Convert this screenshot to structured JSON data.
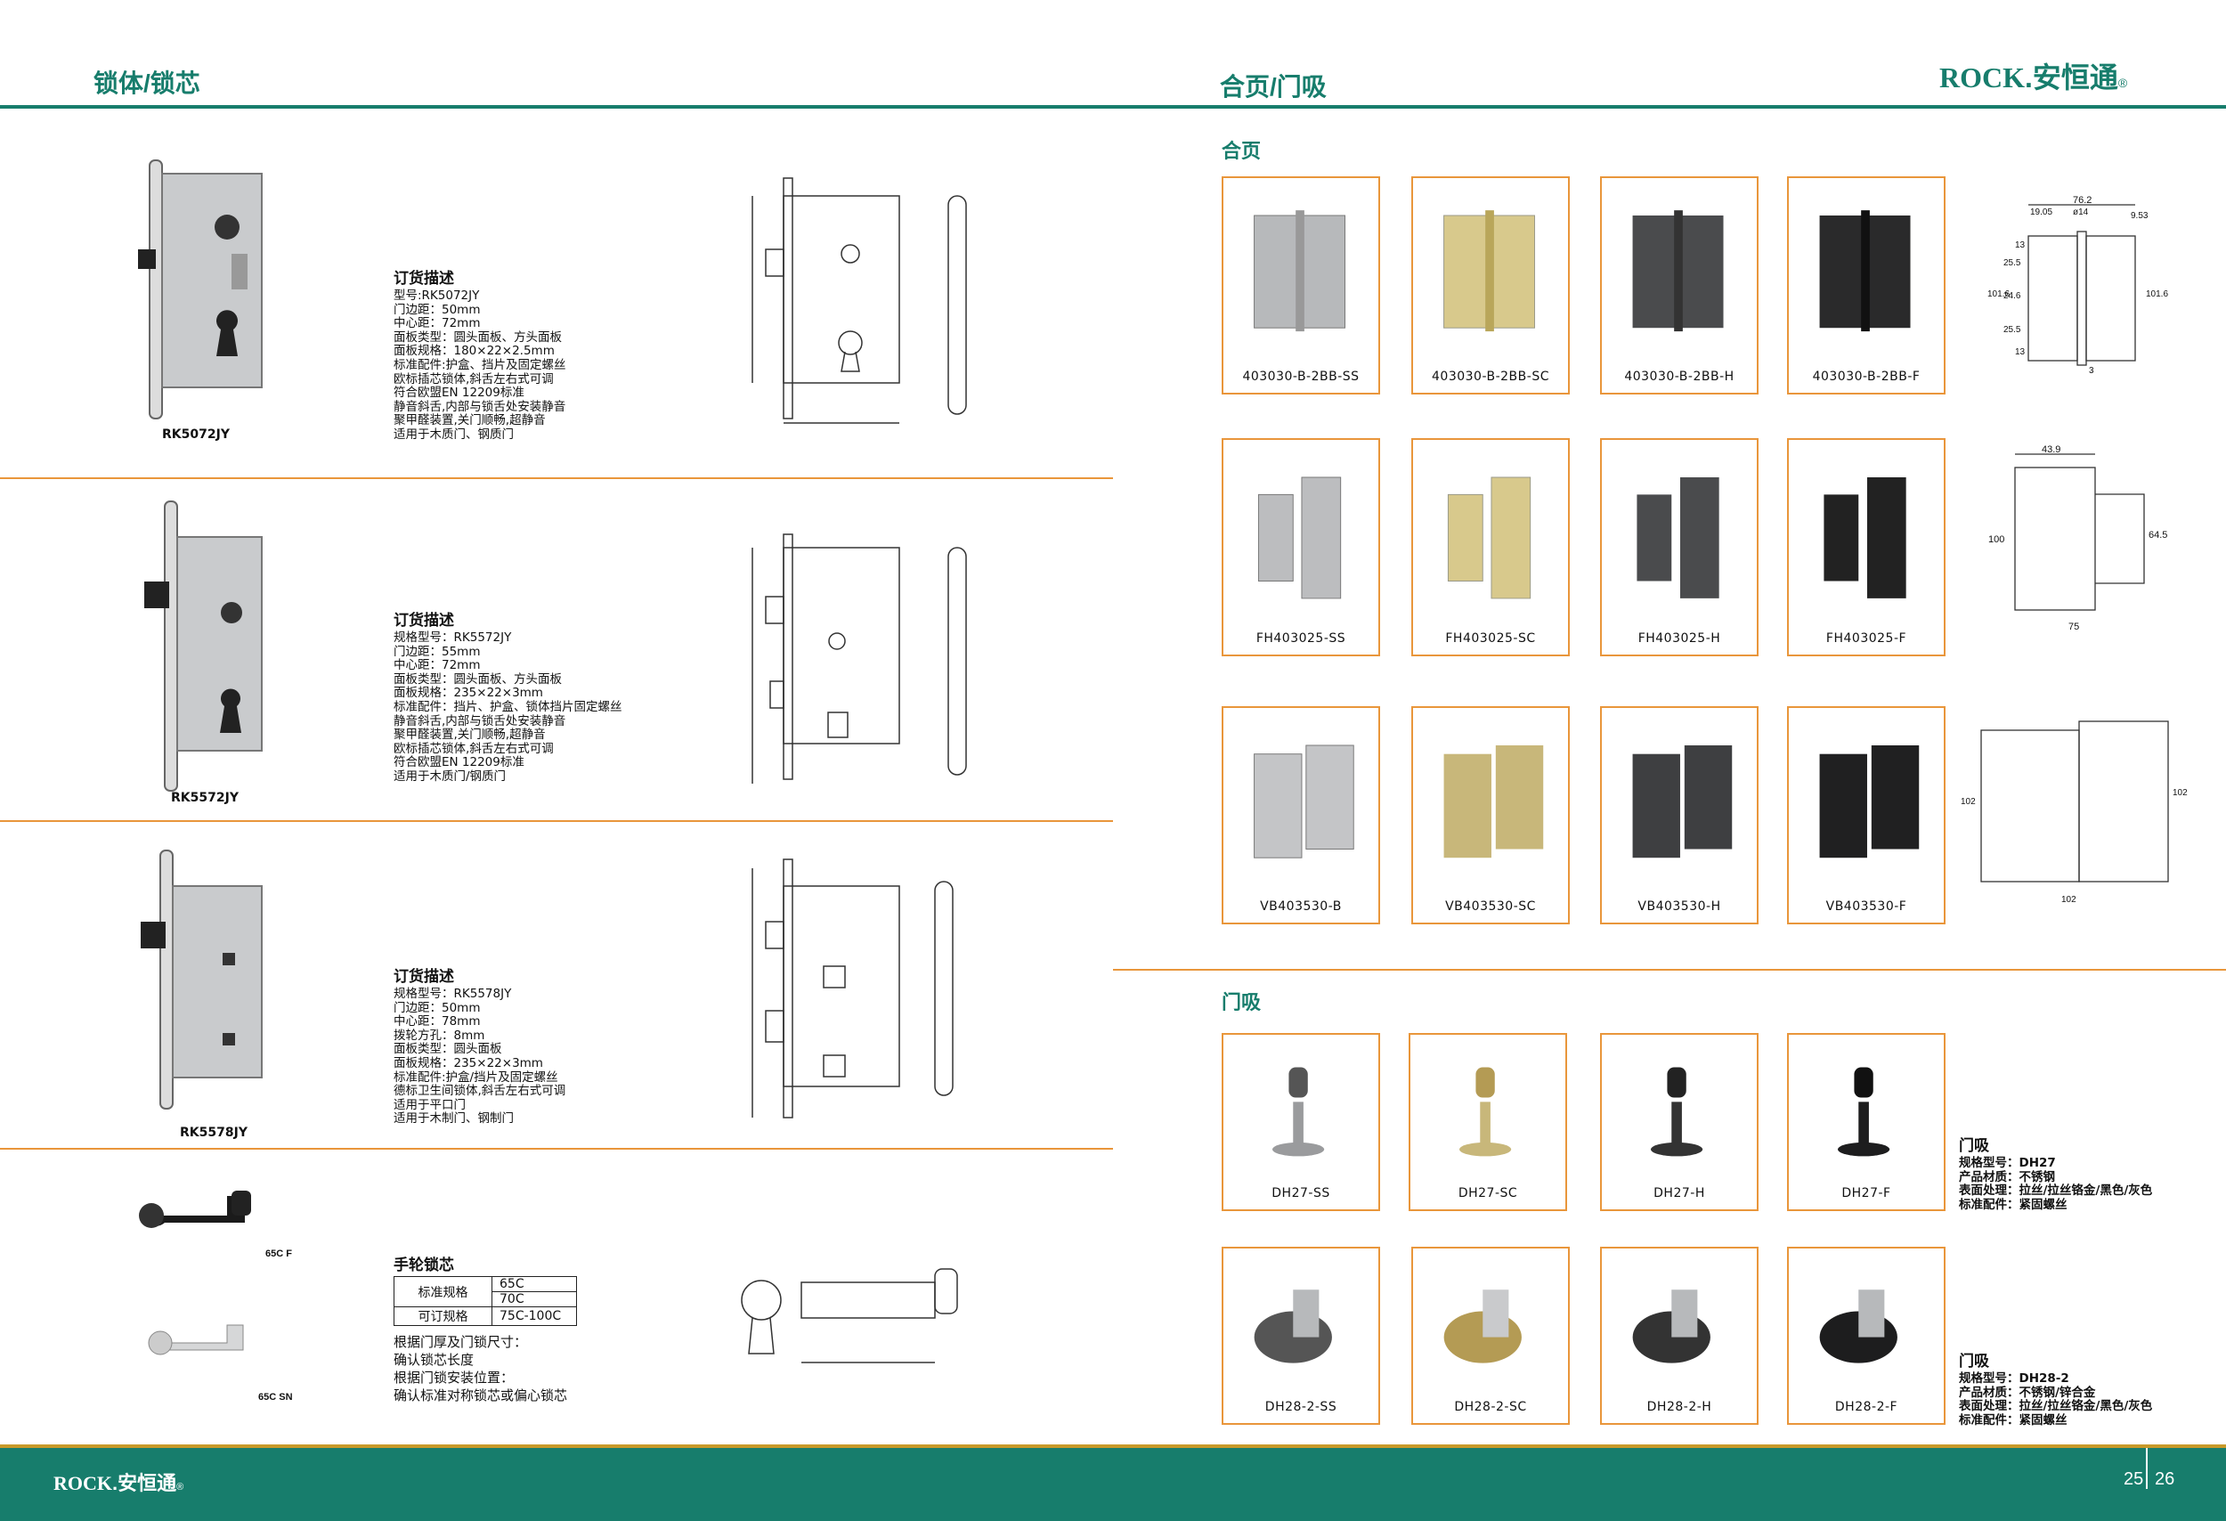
{
  "header": {
    "left_title": "锁体/锁芯",
    "right_title": "合页/门吸",
    "logo_rock": "ROCK",
    "logo_cn": "安恒通"
  },
  "sections": {
    "hinges": "合页",
    "stoppers": "门吸"
  },
  "locks": [
    {
      "model": "RK5072JY",
      "title": "订货描述",
      "lines": [
        "型号:RK5072JY",
        "门边距：50mm",
        "中心距：72mm",
        "面板类型：圆头面板、方头面板",
        "面板规格：180×22×2.5mm",
        "标准配件:护盒、挡片及固定螺丝",
        "欧标插芯锁体,斜舌左右式可调",
        "符合欧盟EN 12209标准",
        "静音斜舌,内部与锁舌处安装静音",
        "聚甲醛装置,关门顺畅,超静音",
        "适用于木质门、钢质门"
      ]
    },
    {
      "model": "RK5572JY",
      "title": "订货描述",
      "lines": [
        "规格型号：RK5572JY",
        "门边距：55mm",
        "中心距：72mm",
        "面板类型：圆头面板、方头面板",
        "面板规格：235×22×3mm",
        "标准配件：挡片、护盒、锁体挡片固定螺丝",
        "静音斜舌,内部与锁舌处安装静音",
        "聚甲醛装置,关门顺畅,超静音",
        "欧标插芯锁体,斜舌左右式可调",
        "符合欧盟EN 12209标准",
        "适用于木质门/钢质门"
      ]
    },
    {
      "model": "RK5578JY",
      "title": "订货描述",
      "lines": [
        "规格型号：RK5578JY",
        "门边距：50mm",
        "中心距：78mm",
        "拨轮方孔：8mm",
        "面板类型：圆头面板",
        "面板规格：235×22×3mm",
        "标准配件:护盒/挡片及固定螺丝",
        "德标卫生间锁体,斜舌左右式可调",
        "适用于平口门",
        "适用于木制门、钢制门"
      ]
    }
  ],
  "cylinder": {
    "title": "手轮锁芯",
    "label_65cf": "65C F",
    "label_65csn": "65C SN",
    "table": [
      {
        "label": "标准规格",
        "values": [
          "65C",
          "70C"
        ]
      },
      {
        "label": "可订规格",
        "values": [
          "75C-100C"
        ]
      }
    ],
    "notes": [
      "根据门厚及门锁尺寸：",
      "确认锁芯长度",
      "根据门锁安装位置：",
      "确认标准对称锁芯或偏心锁芯"
    ]
  },
  "hinge_rows": [
    [
      "403030-B-2BB-SS",
      "403030-B-2BB-SC",
      "403030-B-2BB-H",
      "403030-B-2BB-F"
    ],
    [
      "FH403025-SS",
      "FH403025-SC",
      "FH403025-H",
      "FH403025-F"
    ],
    [
      "VB403530-B",
      "VB403530-SC",
      "VB403530-H",
      "VB403530-F"
    ]
  ],
  "hinge_dims": {
    "row1": [
      "76.2",
      "19.05",
      "ø14",
      "9.53",
      "101.6",
      "101.6",
      "25.5",
      "24.6",
      "25.5",
      "13",
      "13",
      "3"
    ],
    "row2": [
      "43.9",
      "100",
      "64.5",
      "75"
    ],
    "row3": [
      "102",
      "102",
      "102"
    ]
  },
  "stopper_rows": [
    [
      "DH27-SS",
      "DH27-SC",
      "DH27-H",
      "DH27-F"
    ],
    [
      "DH28-2-SS",
      "DH28-2-SC",
      "DH28-2-H",
      "DH28-2-F"
    ]
  ],
  "stopper_specs": [
    {
      "title": "门吸",
      "lines": [
        "规格型号：DH27",
        "产品材质：不锈钢",
        "表面处理：拉丝/拉丝铬金/黑色/灰色",
        "标准配件：紧固螺丝"
      ]
    },
    {
      "title": "门吸",
      "lines": [
        "规格型号：DH28-2",
        "产品材质：不锈钢/锌合金",
        "表面处理：拉丝/拉丝铬金/黑色/灰色",
        "标准配件：紧固螺丝"
      ]
    }
  ],
  "footer": {
    "logo_rock": "ROCK",
    "logo_cn": "安恒通",
    "page_left": "25",
    "page_right": "26"
  },
  "colors": {
    "teal": "#177d6c",
    "orange": "#e9963b",
    "gold": "#c89a2a"
  }
}
